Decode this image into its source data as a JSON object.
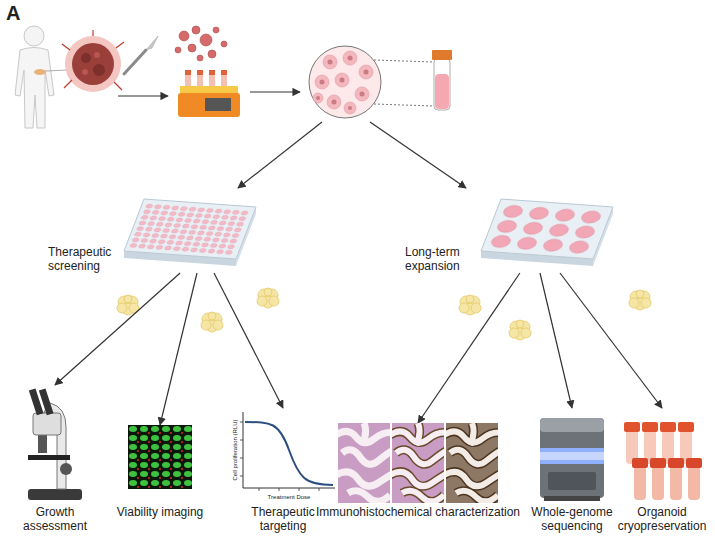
{
  "diagram": {
    "nodes": [
      {
        "text": [
          "Therapeutic screening"
        ]
      },
      {
        "text": [
          "Long-term expansion"
        ]
      },
      {
        "text": [
          "Growth assessment"
        ]
      },
      {
        "text": [
          "Viability imaging"
        ]
      },
      {
        "text": [
          "Therapeutic targeting"
        ]
      },
      {
        "text": [
          "Immunohistochemical characterization"
        ]
      },
      {
        "text": [
          "Whole-genome sequencing"
        ]
      },
      {
        "text": [
          "Organoid cryopreservation"
        ]
      }
    ],
    "edges": [
      {
        "from": 0,
        "to": 2,
        "arrow": "to"
      },
      {
        "from": 0,
        "to": 3,
        "arrow": "to"
      },
      {
        "from": 0,
        "to": 4,
        "arrow": "to"
      },
      {
        "from": 1,
        "to": 5,
        "arrow": "to"
      },
      {
        "from": 1,
        "to": 6,
        "arrow": "to"
      },
      {
        "from": 1,
        "to": 7,
        "arrow": "to"
      }
    ],
    "labels": [
      "A",
      "Cell proliferation (RLU)",
      "Treatment Dose"
    ]
  }
}
